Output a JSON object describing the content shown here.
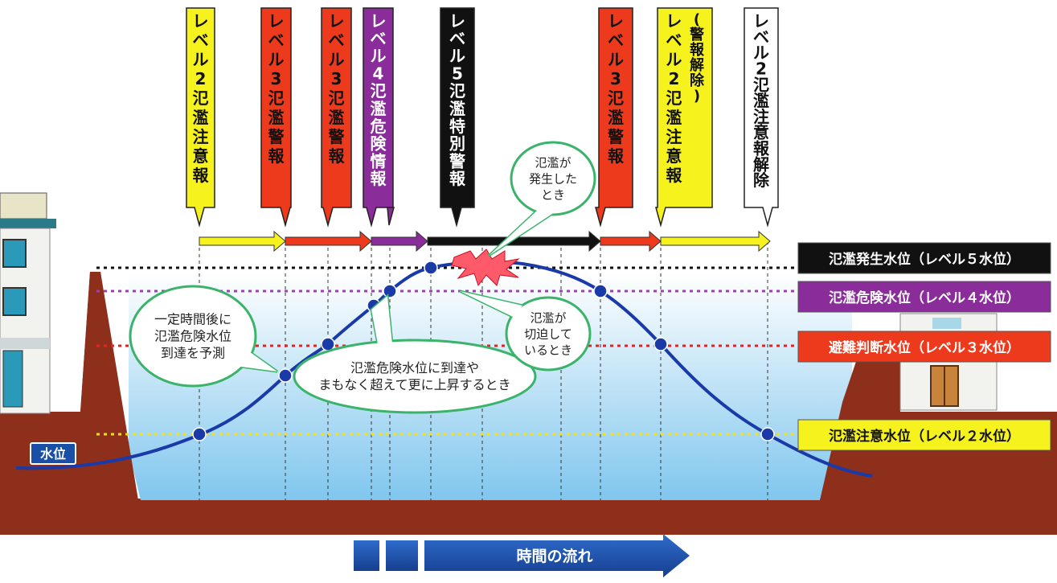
{
  "warnings": [
    {
      "text": "レベル2氾濫注意報",
      "fill": "#f5f21e",
      "textColor": "#111111"
    },
    {
      "text": "レベル3氾濫警報",
      "fill": "#ee3a1c",
      "textColor": "#111111"
    },
    {
      "text": "レベル3氾濫警報",
      "fill": "#ee3a1c",
      "textColor": "#111111"
    },
    {
      "text": "レベル4氾濫危険情報",
      "fill": "#8a2d9a",
      "textColor": "#ffffff"
    },
    {
      "text": "レベル5氾濫特別警報",
      "fill": "#111111",
      "textColor": "#ffffff"
    },
    {
      "text": "レベル3氾濫警報",
      "fill": "#ee3a1c",
      "textColor": "#111111"
    },
    {
      "text": "レベル2氾濫注意報",
      "fill": "#f5f21e",
      "textColor": "#111111",
      "prefix": "(警報解除)"
    },
    {
      "text": "レベル2氾濫注意報解除",
      "fill": "#ffffff",
      "textColor": "#111111"
    }
  ],
  "levels": [
    {
      "label": "氾濫発生水位（レベル５水位）",
      "fill": "#111111",
      "textColor": "#ffffff",
      "lineColor": "#111111"
    },
    {
      "label": "氾濫危険水位（レベル４水位）",
      "fill": "#8a2d9a",
      "textColor": "#ffffff",
      "lineColor": "#a040b0"
    },
    {
      "label": "避難判断水位（レベル３水位）",
      "fill": "#ee3a1c",
      "textColor": "#ffffff",
      "lineColor": "#e82020"
    },
    {
      "label": "氾濫注意水位（レベル２水位）",
      "fill": "#f5f21e",
      "textColor": "#111111",
      "lineColor": "#f0e020"
    }
  ],
  "bubbles": {
    "predict": [
      "一定時間後に",
      "氾濫危険水位",
      "到達を予測"
    ],
    "reach": [
      "氾濫危険水位に到達や",
      "まもなく超えて更に上昇するとき"
    ],
    "occur": [
      "氾濫が",
      "発生した",
      "とき"
    ],
    "imminent": [
      "氾濫が",
      "切迫して",
      "いるとき"
    ]
  },
  "water_label": "水位",
  "time_flow": "時間の流れ",
  "colors": {
    "ground": "#8e2f1c",
    "water_top": "#ffffff",
    "water_bottom": "#80c6ee",
    "curve": "#1a3aa8",
    "bubble_border": "#3bb36a",
    "arrow_blue": "#1a4fa8"
  }
}
